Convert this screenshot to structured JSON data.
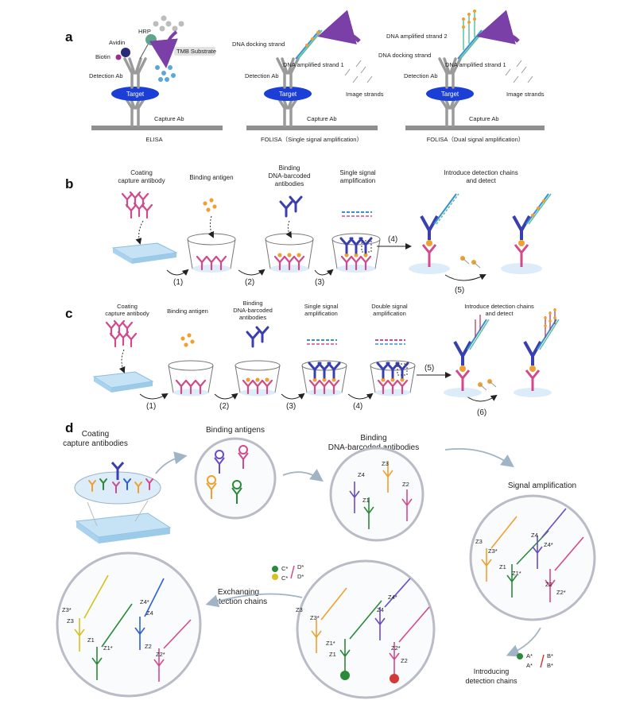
{
  "panels": {
    "a": {
      "letter": "a",
      "elisa": {
        "avidin": "Avidin",
        "hrp": "HRP",
        "biotin": "Biotin",
        "tmb": "TMB Substrate",
        "detection_ab": "Detection Ab",
        "target": "Target",
        "capture_ab": "Capture Ab",
        "caption": "ELISA"
      },
      "folisa_single": {
        "docking": "DNA docking strand",
        "amplified1": "DNA amplified strand 1",
        "detection_ab": "Detection Ab",
        "target": "Target",
        "image_strands": "Image strands",
        "capture_ab": "Capture Ab",
        "caption": "FOLISA（Single signal amplification）"
      },
      "folisa_dual": {
        "amplified2": "DNA amplified strand 2",
        "docking": "DNA docking strand",
        "amplified1": "DNA amplified strand 1",
        "detection_ab": "Detection Ab",
        "target": "Target",
        "image_strands": "Image strands",
        "capture_ab": "Capture Ab",
        "caption": "FOLISA（Dual signal amplification）"
      }
    },
    "b": {
      "letter": "b",
      "steps": {
        "coating": [
          "Coating",
          "capture antibody"
        ],
        "binding_antigen": "Binding antigen",
        "binding_dna": [
          "Binding",
          "DNA-barcoded",
          "antibodies"
        ],
        "single": [
          "Single signal",
          "amplification"
        ],
        "introduce": [
          "Introduce detection chains",
          "and detect"
        ]
      },
      "arrows": [
        "(1)",
        "(2)",
        "(3)",
        "(4)",
        "(5)"
      ]
    },
    "c": {
      "letter": "c",
      "steps": {
        "coating": [
          "Coating",
          "capture antibody"
        ],
        "binding_antigen": "Binding antigen",
        "binding_dna": [
          "Binding",
          "DNA-barcoded",
          "antibodies"
        ],
        "single": [
          "Single signal",
          "amplification"
        ],
        "double": [
          "Double signal",
          "amplification"
        ],
        "introduce": [
          "Introduce detection chains",
          "and detect"
        ]
      },
      "arrows": [
        "(1)",
        "(2)",
        "(3)",
        "(4)",
        "(5)",
        "(6)"
      ]
    },
    "d": {
      "letter": "d",
      "coating": [
        "Coating",
        "capture antibodies"
      ],
      "binding_antigens": "Binding antigens",
      "binding_dna": [
        "Binding",
        "DNA-barcoded antibodies"
      ],
      "signal_amp": "Signal amplification",
      "exchanging": [
        "Exchanging",
        "detection chains"
      ],
      "introducing": [
        "Introducing",
        "detection chains"
      ],
      "labels_c2": [
        "Z4",
        "Z3",
        "Z1",
        "Z2"
      ],
      "labels_c3": [
        "Z3",
        "Z3*",
        "Z4",
        "Z4*",
        "Z1",
        "Z1*",
        "Z2",
        "Z2*"
      ],
      "labels_c4": [
        "Z3",
        "Z3*",
        "Z4*",
        "Z4",
        "Z1",
        "Z1*",
        "Z2",
        "Z2*"
      ],
      "labels_c5": [
        "Z3*",
        "Z3",
        "Z4*",
        "Z4",
        "Z1",
        "Z1*",
        "Z2",
        "Z2*"
      ],
      "chains_cd": [
        "C*",
        "C*",
        "D*",
        "D*"
      ],
      "chains_ab": [
        "A*",
        "A*",
        "B*",
        "B*"
      ]
    }
  },
  "colors": {
    "antibody_gray": "#9a9a9a",
    "target_blue": "#1b3fd6",
    "purple_arrow": "#7b3fa8",
    "magenta": "#d24a8c",
    "orange": "#f0a030",
    "navy": "#3a3fb0",
    "plate": "#a9d2ee",
    "circle_border": "#b9bcc6",
    "flow_arrow": "#9fb4c4"
  }
}
